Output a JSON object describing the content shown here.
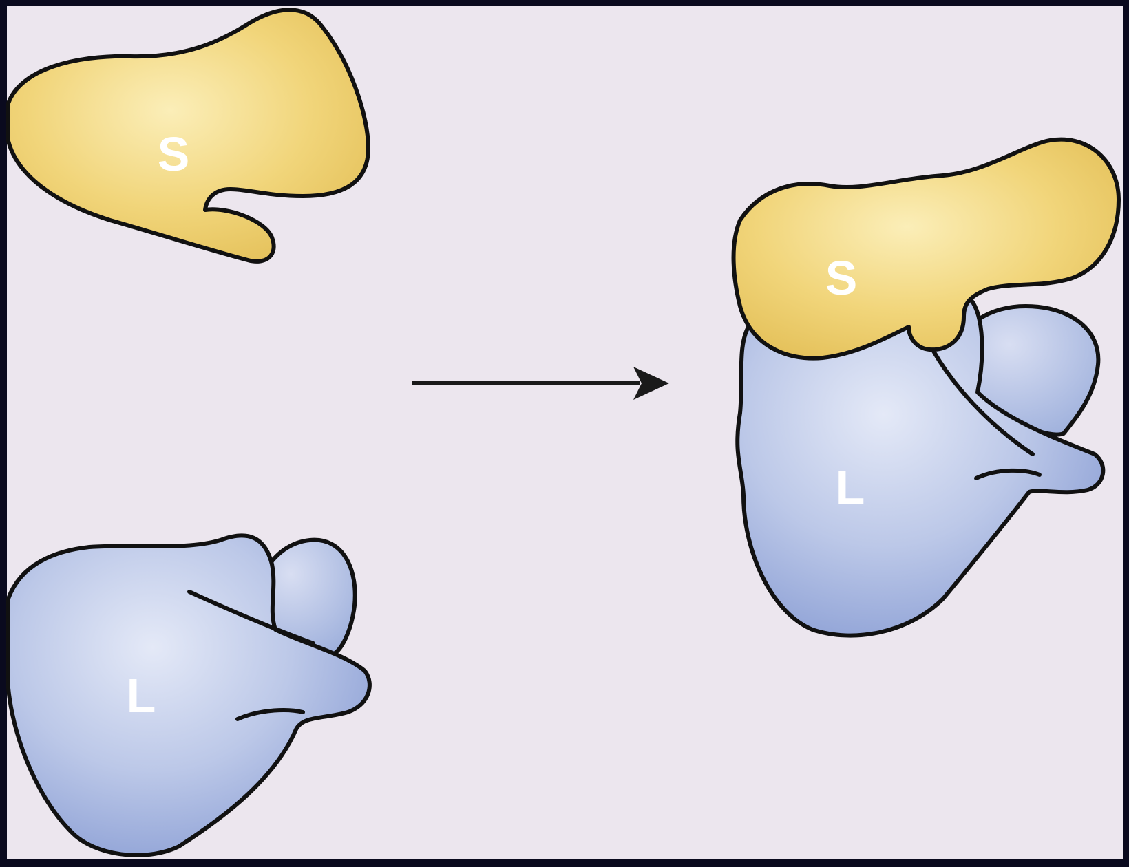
{
  "diagram": {
    "left_small_subunit_label": "S",
    "left_large_subunit_label": "L",
    "right_small_subunit_label": "S",
    "right_large_subunit_label": "L"
  },
  "colors": {
    "frame": "#0a0a1e",
    "background": "#ece6ee",
    "small_subunit_fill": "#f1d57a",
    "large_subunit_fill": "#b9c6e6",
    "outline": "#111111",
    "label": "#ffffff",
    "arrow": "#1a1a1a"
  }
}
